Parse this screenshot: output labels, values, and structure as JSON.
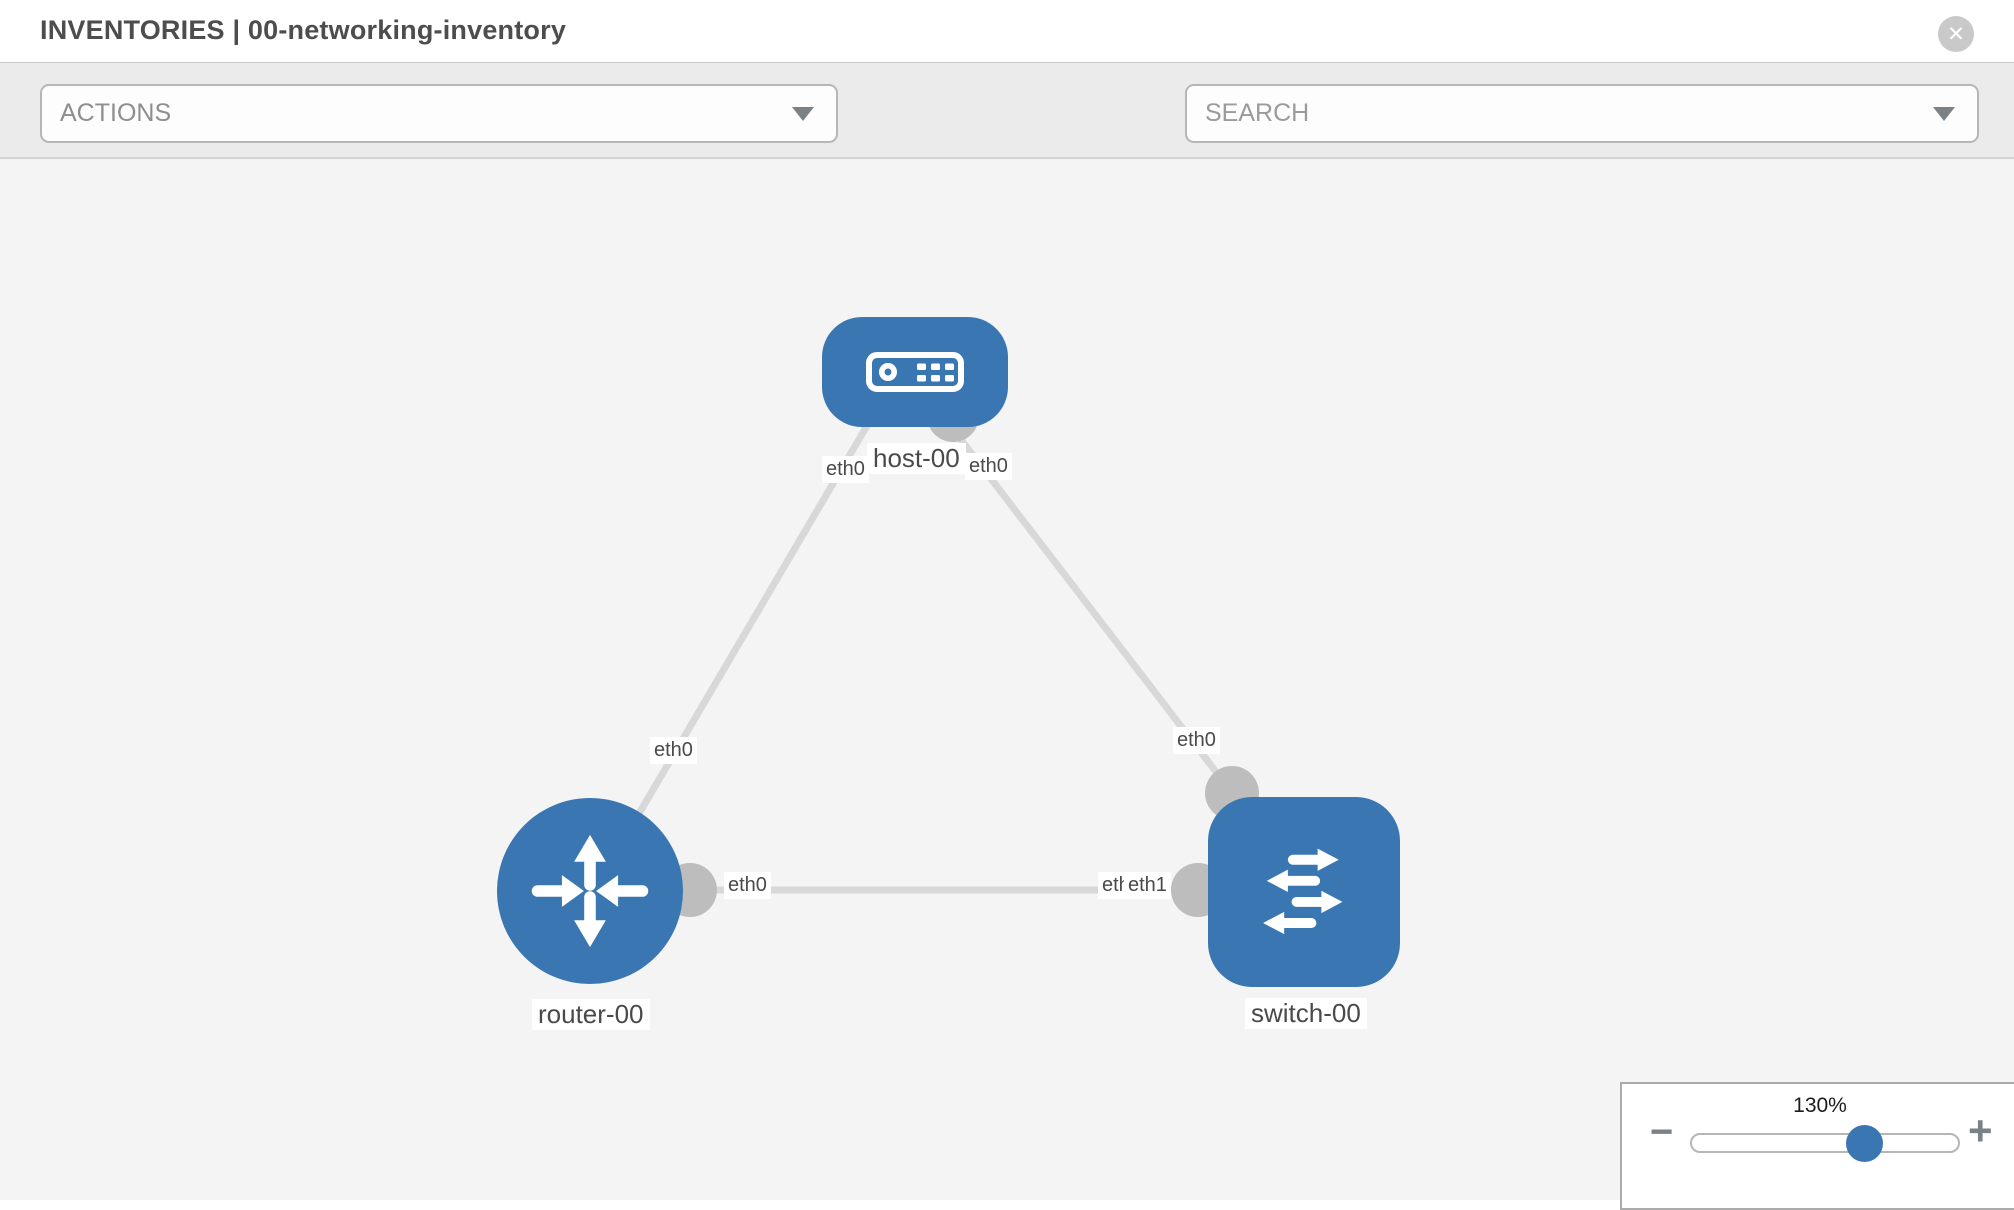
{
  "header": {
    "title": "INVENTORIES | 00-networking-inventory",
    "close_glyph": "✕"
  },
  "toolbar": {
    "actions_label": "ACTIONS",
    "search_placeholder": "SEARCH",
    "icons": [
      "wrench-icon",
      "key-icon"
    ]
  },
  "topology": {
    "nodes": [
      {
        "id": "host-00",
        "type": "host",
        "label": "host-00"
      },
      {
        "id": "router-00",
        "type": "router",
        "label": "router-00"
      },
      {
        "id": "switch-00",
        "type": "switch",
        "label": "switch-00"
      }
    ],
    "links": [
      {
        "from": "host-00",
        "to": "router-00",
        "from_interface": "eth0",
        "to_interface": "eth0"
      },
      {
        "from": "host-00",
        "to": "switch-00",
        "from_interface": "eth0",
        "to_interface": "eth0"
      },
      {
        "from": "router-00",
        "to": "switch-00",
        "from_interface": "eth0",
        "to_interface": "eth1",
        "to_interface_occluded": "eth0"
      }
    ]
  },
  "zoom_control": {
    "level": "130%",
    "minus_glyph": "−",
    "plus_glyph": "+"
  },
  "colors": {
    "node_fill": "#3a77b2",
    "edge": "#d8d8d8",
    "interface_dot": "#bdbdbd",
    "icon_gray": "#7b8287",
    "toolbar_bg": "#ebebeb",
    "canvas_bg": "#f4f4f4"
  }
}
